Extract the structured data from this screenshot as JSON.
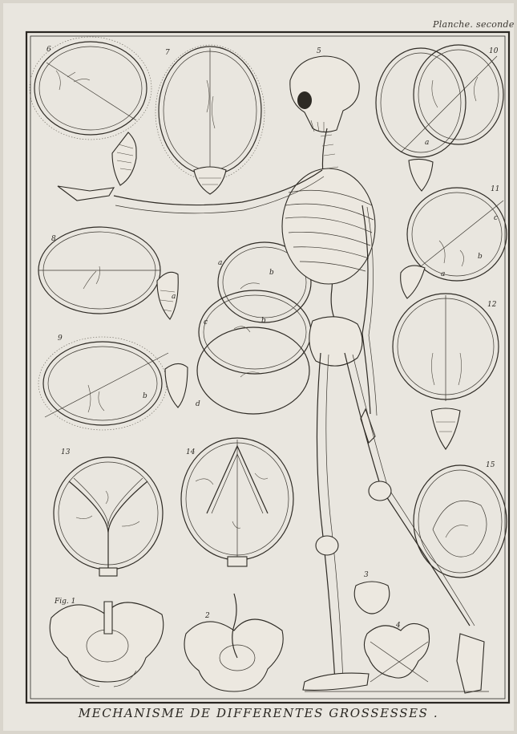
{
  "plate": {
    "label": "Planche. seconde",
    "title": "MECHANISME DE DIFFERENTES GROSSESSES ."
  },
  "figures": [
    {
      "id": "fig-1",
      "number": "Fig. 1"
    },
    {
      "id": "fig-2",
      "number": "2"
    },
    {
      "id": "fig-3",
      "number": "3"
    },
    {
      "id": "fig-4",
      "number": "4"
    },
    {
      "id": "fig-5",
      "number": "5"
    },
    {
      "id": "fig-6",
      "number": "6"
    },
    {
      "id": "fig-7",
      "number": "7"
    },
    {
      "id": "fig-8",
      "number": "8"
    },
    {
      "id": "fig-9",
      "number": "9"
    },
    {
      "id": "fig-10",
      "number": "10"
    },
    {
      "id": "fig-11",
      "number": "11"
    },
    {
      "id": "fig-12",
      "number": "12"
    },
    {
      "id": "fig-13",
      "number": "13"
    },
    {
      "id": "fig-14",
      "number": "14"
    },
    {
      "id": "fig-15",
      "number": "15"
    }
  ],
  "letters": {
    "a": "a",
    "b": "b",
    "c": "c",
    "d": "d"
  }
}
